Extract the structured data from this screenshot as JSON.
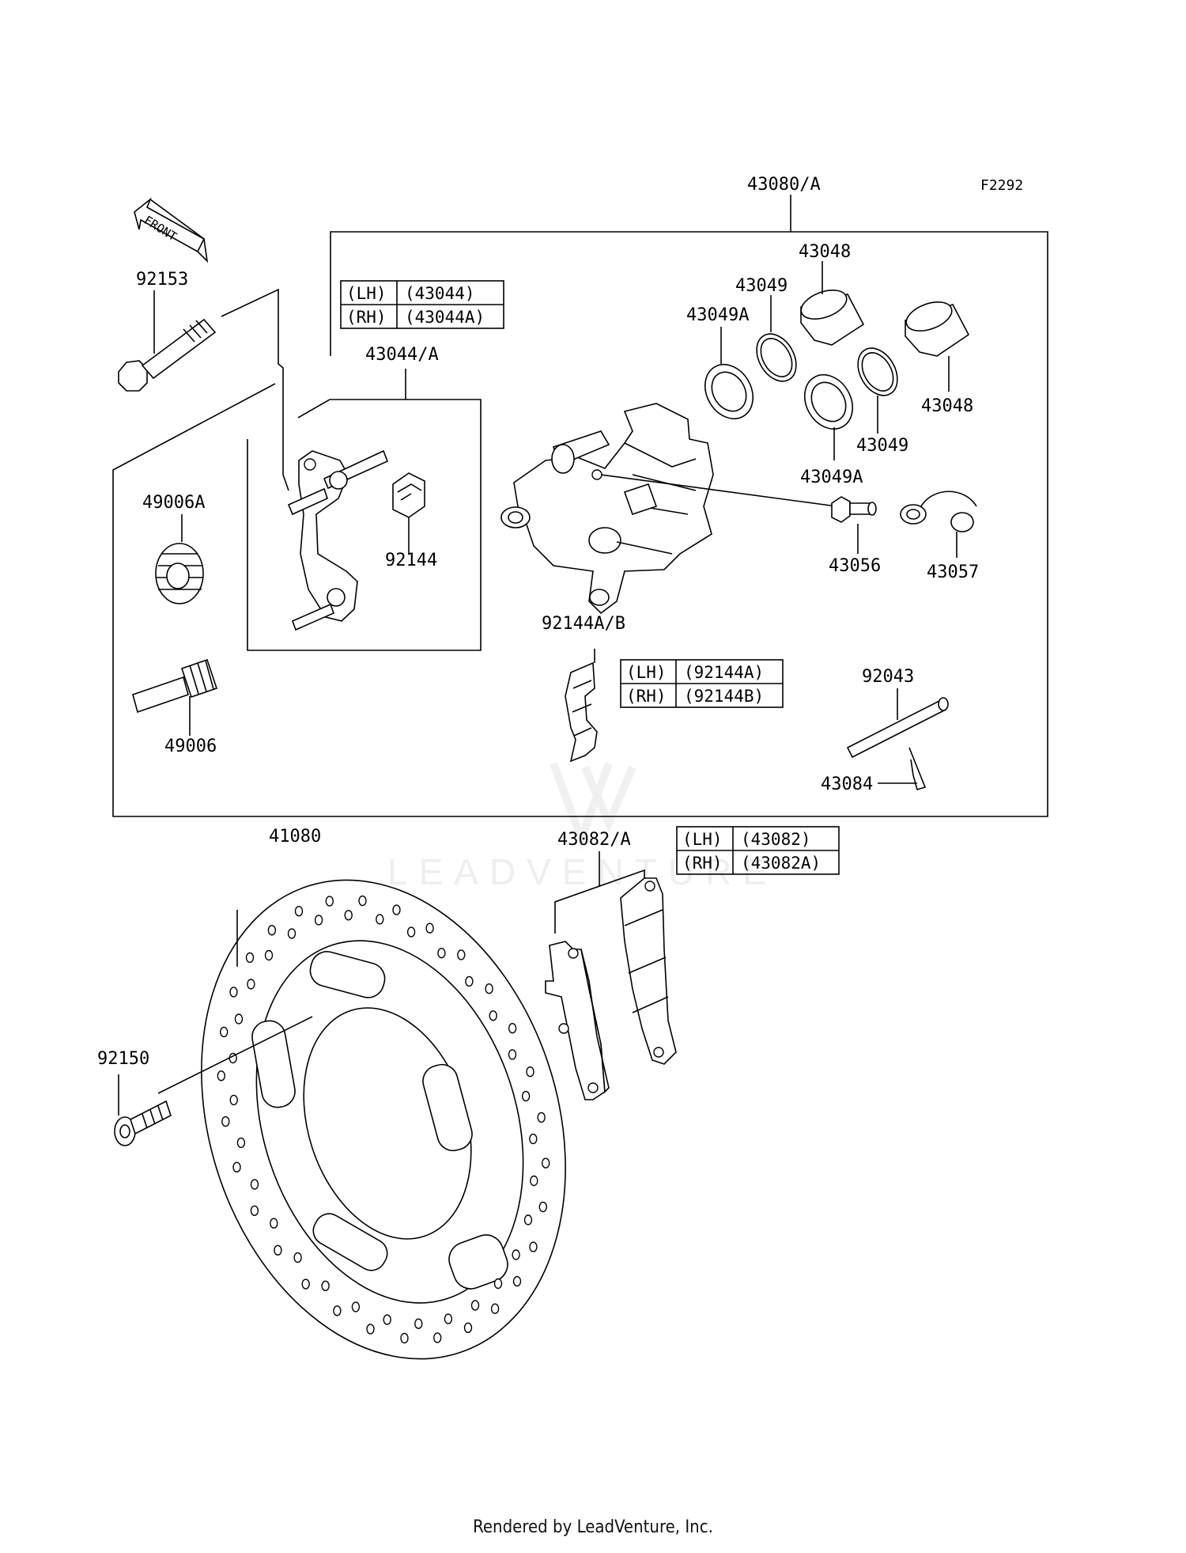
{
  "figure_code": "F2292",
  "watermark": "LEADVENTURE",
  "footer": "Rendered by LeadVenture, Inc.",
  "front_arrow": "FRONT",
  "parts": {
    "p43080": "43080/A",
    "p43048a": "43048",
    "p43048b": "43048",
    "p43049a": "43049",
    "p43049b": "43049",
    "p43049Aa": "43049A",
    "p43049Ab": "43049A",
    "p92153": "92153",
    "p43044": "43044/A",
    "p49006A": "49006A",
    "p92144": "92144",
    "p43056": "43056",
    "p43057": "43057",
    "p92144AB": "92144A/B",
    "p92043": "92043",
    "p49006": "49006",
    "p43084": "43084",
    "p41080": "41080",
    "p43082": "43082/A",
    "p92150": "92150"
  },
  "tables": {
    "caliper_bracket": {
      "rows": [
        {
          "side": "(LH)",
          "part": "(43044)"
        },
        {
          "side": "(RH)",
          "part": "(43044A)"
        }
      ]
    },
    "pad_spring": {
      "rows": [
        {
          "side": "(LH)",
          "part": "(92144A)"
        },
        {
          "side": "(RH)",
          "part": "(92144B)"
        }
      ]
    },
    "brake_pad": {
      "rows": [
        {
          "side": "(LH)",
          "part": "(43082)"
        },
        {
          "side": "(RH)",
          "part": "(43082A)"
        }
      ]
    }
  }
}
